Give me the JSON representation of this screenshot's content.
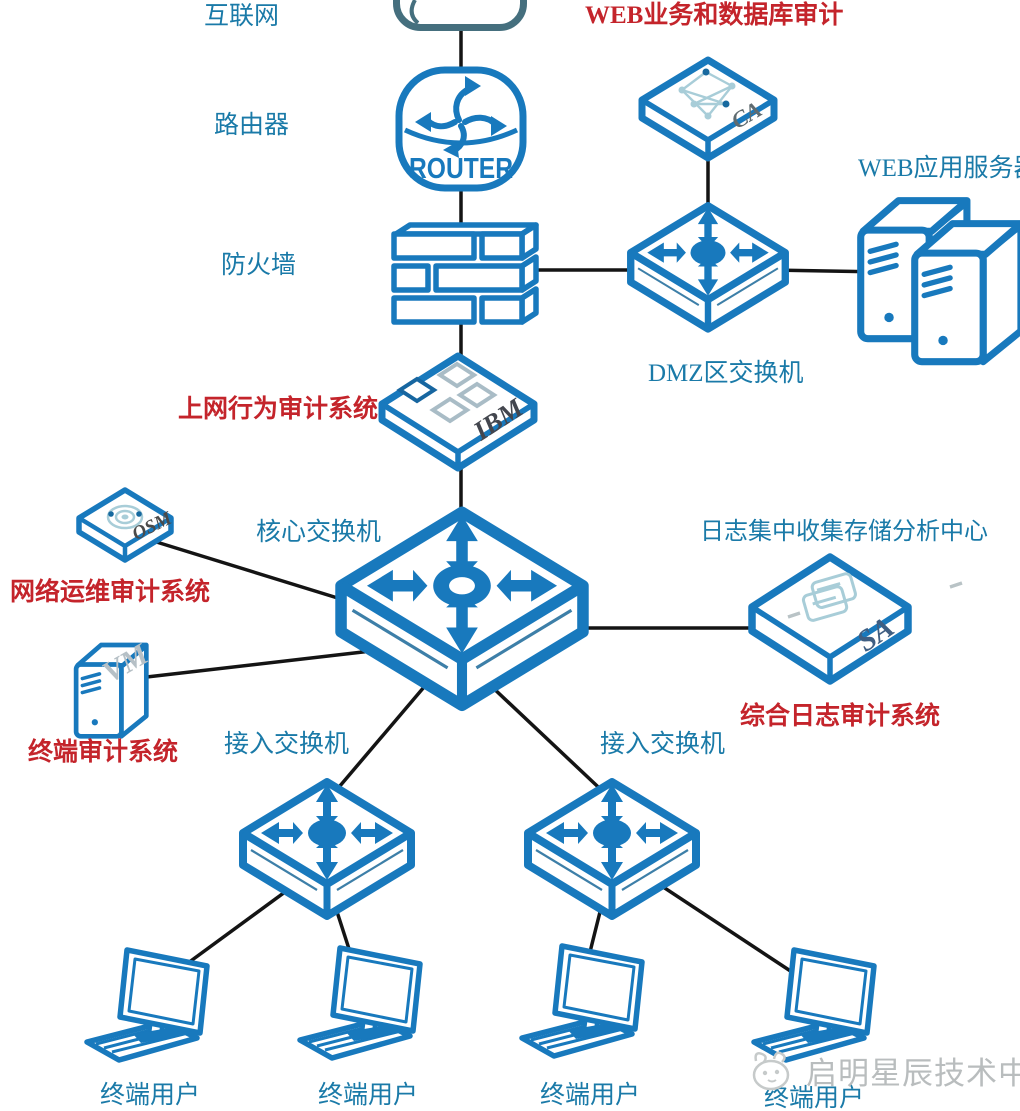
{
  "diagram": {
    "type": "network-security-topology",
    "labels": {
      "internet": "互联网",
      "web_db_audit": "WEB业务和数据库审计",
      "router": "路由器",
      "web_app_server": "WEB应用服务器",
      "firewall": "防火墙",
      "dmz_switch": "DMZ区交换机",
      "behavior_audit": "上网行为审计系统",
      "core_switch": "核心交换机",
      "log_center": "日志集中收集存储分析中心",
      "netops_audit": "网络运维审计系统",
      "log_audit": "综合日志审计系统",
      "terminal_audit": "终端审计系统",
      "access_switch": "接入交换机",
      "terminal_user": "终端用户",
      "watermark": "启明星辰技术中心"
    },
    "device_tags": {
      "router": "ROUTER",
      "ca": "CA",
      "ibm": "IBM",
      "osm": "OSM",
      "sa": "SA",
      "vm": "VM"
    },
    "colors": {
      "device_blue": "#1879bd",
      "label_blue": "#1a7aa8",
      "label_red": "#c4242b",
      "light_teal": "#a8cdd8",
      "dark_node": "#17699f",
      "cloud_steel": "#456f7e",
      "line_black": "#141414",
      "watermark_gray": "#b9bdbe"
    },
    "nodes": [
      {
        "id": "internet",
        "label": "互联网",
        "kind": "cloud"
      },
      {
        "id": "router",
        "label": "路由器",
        "kind": "router"
      },
      {
        "id": "firewall",
        "label": "防火墙",
        "kind": "firewall"
      },
      {
        "id": "ca",
        "label": "CA",
        "kind": "appliance"
      },
      {
        "id": "dmz-switch",
        "label": "DMZ区交换机",
        "kind": "switch"
      },
      {
        "id": "web-app-servers",
        "label": "WEB应用服务器",
        "kind": "server-pair"
      },
      {
        "id": "behavior-audit-ibm",
        "label": "上网行为审计系统",
        "kind": "appliance"
      },
      {
        "id": "core-switch",
        "label": "核心交换机",
        "kind": "switch"
      },
      {
        "id": "osm",
        "label": "网络运维审计系统",
        "kind": "appliance"
      },
      {
        "id": "sa",
        "label": "综合日志审计系统 / 日志集中收集存储分析中心",
        "kind": "appliance"
      },
      {
        "id": "vm",
        "label": "终端审计系统",
        "kind": "server"
      },
      {
        "id": "access-switch-left",
        "label": "接入交换机",
        "kind": "switch"
      },
      {
        "id": "access-switch-right",
        "label": "接入交换机",
        "kind": "switch"
      },
      {
        "id": "terminal-1",
        "label": "终端用户",
        "kind": "terminal"
      },
      {
        "id": "terminal-2",
        "label": "终端用户",
        "kind": "terminal"
      },
      {
        "id": "terminal-3",
        "label": "终端用户",
        "kind": "terminal"
      },
      {
        "id": "terminal-4",
        "label": "终端用户",
        "kind": "terminal"
      }
    ],
    "connections": [
      [
        "internet",
        "router"
      ],
      [
        "router",
        "firewall"
      ],
      [
        "firewall",
        "dmz-switch"
      ],
      [
        "ca",
        "dmz-switch"
      ],
      [
        "dmz-switch",
        "web-app-servers"
      ],
      [
        "firewall",
        "behavior-audit-ibm"
      ],
      [
        "behavior-audit-ibm",
        "core-switch"
      ],
      [
        "osm",
        "core-switch"
      ],
      [
        "vm",
        "core-switch"
      ],
      [
        "core-switch",
        "sa"
      ],
      [
        "core-switch",
        "access-switch-left"
      ],
      [
        "core-switch",
        "access-switch-right"
      ],
      [
        "access-switch-left",
        "terminal-1"
      ],
      [
        "access-switch-left",
        "terminal-2"
      ],
      [
        "access-switch-right",
        "terminal-3"
      ],
      [
        "access-switch-right",
        "terminal-4"
      ]
    ]
  }
}
